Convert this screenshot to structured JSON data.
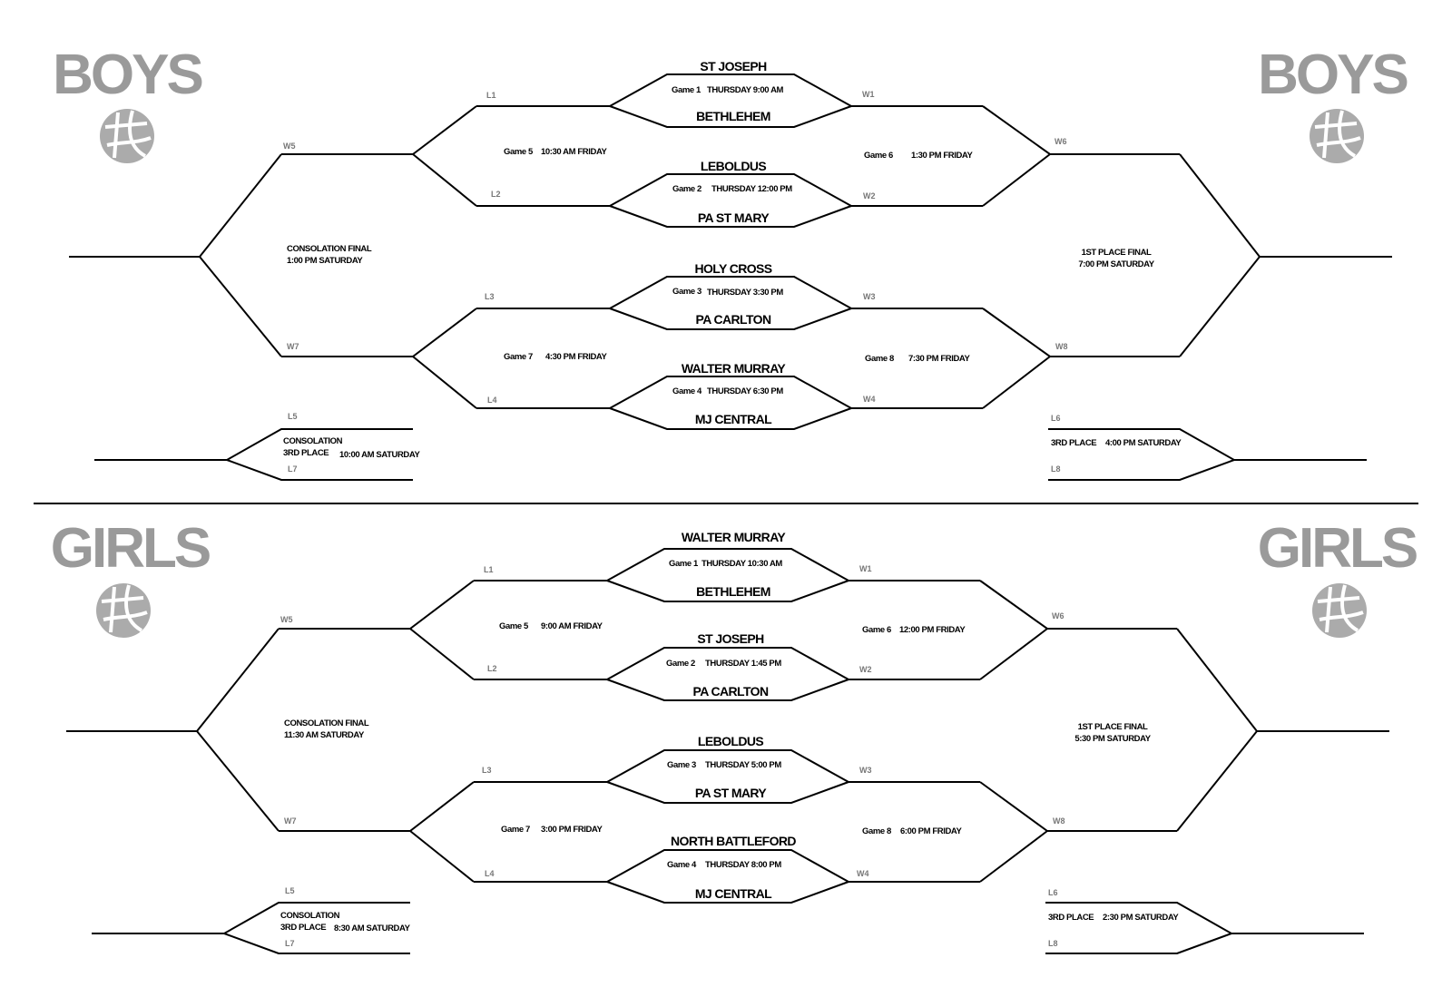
{
  "boys": {
    "title": "BOYS",
    "games": {
      "g1": {
        "team_a": "ST JOSEPH",
        "team_b": "BETHLEHEM",
        "label": "Game 1",
        "time": "THURSDAY 9:00  AM"
      },
      "g2": {
        "team_a": "LEBOLDUS",
        "team_b": "PA ST MARY",
        "label": "Game 2",
        "time": "THURSDAY 12:00 PM"
      },
      "g3": {
        "team_a": "HOLY CROSS",
        "team_b": "PA CARLTON",
        "label": "Game 3",
        "time": "THURSDAY 3:30 PM"
      },
      "g4": {
        "team_a": "WALTER MURRAY",
        "team_b": "MJ CENTRAL",
        "label": "Game 4",
        "time": "THURSDAY 6:30 PM"
      },
      "g5": {
        "label": "Game 5",
        "time": "10:30 AM FRIDAY"
      },
      "g6": {
        "label": "Game 6",
        "time": "1:30 PM FRIDAY"
      },
      "g7": {
        "label": "Game 7",
        "time": "4:30 PM FRIDAY"
      },
      "g8": {
        "label": "Game 8",
        "time": "7:30 PM FRIDAY"
      }
    },
    "consolation_final": {
      "line1": "CONSOLATION FINAL",
      "line2": "1:00 PM SATURDAY"
    },
    "first_place_final": {
      "line1": "1ST PLACE FINAL",
      "line2": "7:00 PM SATURDAY"
    },
    "consolation_3rd": {
      "line1": "CONSOLATION",
      "line2": "3RD PLACE",
      "time": "10:00 AM SATURDAY"
    },
    "third_place": {
      "label": "3RD PLACE",
      "time": "4:00 PM SATURDAY"
    }
  },
  "girls": {
    "title": "GIRLS",
    "games": {
      "g1": {
        "team_a": "WALTER MURRAY",
        "team_b": "BETHLEHEM",
        "label": "Game 1",
        "time": "THURSDAY 10:30 AM"
      },
      "g2": {
        "team_a": "ST JOSEPH",
        "team_b": "PA CARLTON",
        "label": "Game 2",
        "time": "THURSDAY 1:45 PM"
      },
      "g3": {
        "team_a": "LEBOLDUS",
        "team_b": "PA ST MARY",
        "label": "Game 3",
        "time": "THURSDAY 5:00 PM"
      },
      "g4": {
        "team_a": "NORTH BATTLEFORD",
        "team_b": "MJ CENTRAL",
        "label": "Game 4",
        "time": "THURSDAY 8:00 PM"
      },
      "g5": {
        "label": "Game 5",
        "time": "9:00 AM FRIDAY"
      },
      "g6": {
        "label": "Game 6",
        "time": "12:00 PM FRIDAY"
      },
      "g7": {
        "label": "Game 7",
        "time": "3:00 PM FRIDAY"
      },
      "g8": {
        "label": "Game 8",
        "time": "6:00 PM FRIDAY"
      }
    },
    "consolation_final": {
      "line1": "CONSOLATION FINAL",
      "line2": "11:30 AM SATURDAY"
    },
    "first_place_final": {
      "line1": "1ST PLACE FINAL",
      "line2": "5:30 PM SATURDAY"
    },
    "consolation_3rd": {
      "line1": "CONSOLATION",
      "line2": "3RD PLACE",
      "time": "8:30 AM SATURDAY"
    },
    "third_place": {
      "label": "3RD PLACE",
      "time": "2:30 PM SATURDAY"
    }
  },
  "slots": {
    "l1": "L1",
    "l2": "L2",
    "l3": "L3",
    "l4": "L4",
    "w1": "W1",
    "w2": "W2",
    "w3": "W3",
    "w4": "W4",
    "w5": "W5",
    "w6": "W6",
    "w7": "W7",
    "w8": "W8",
    "l5": "L5",
    "l6": "L6",
    "l7": "L7",
    "l8": "L8"
  },
  "logo": {
    "icon": "basketball-logo-icon",
    "color": "#aaaaaa"
  },
  "colors": {
    "title": "#9a9a9a",
    "lines": "#000000",
    "slot_labels": "#777777"
  }
}
